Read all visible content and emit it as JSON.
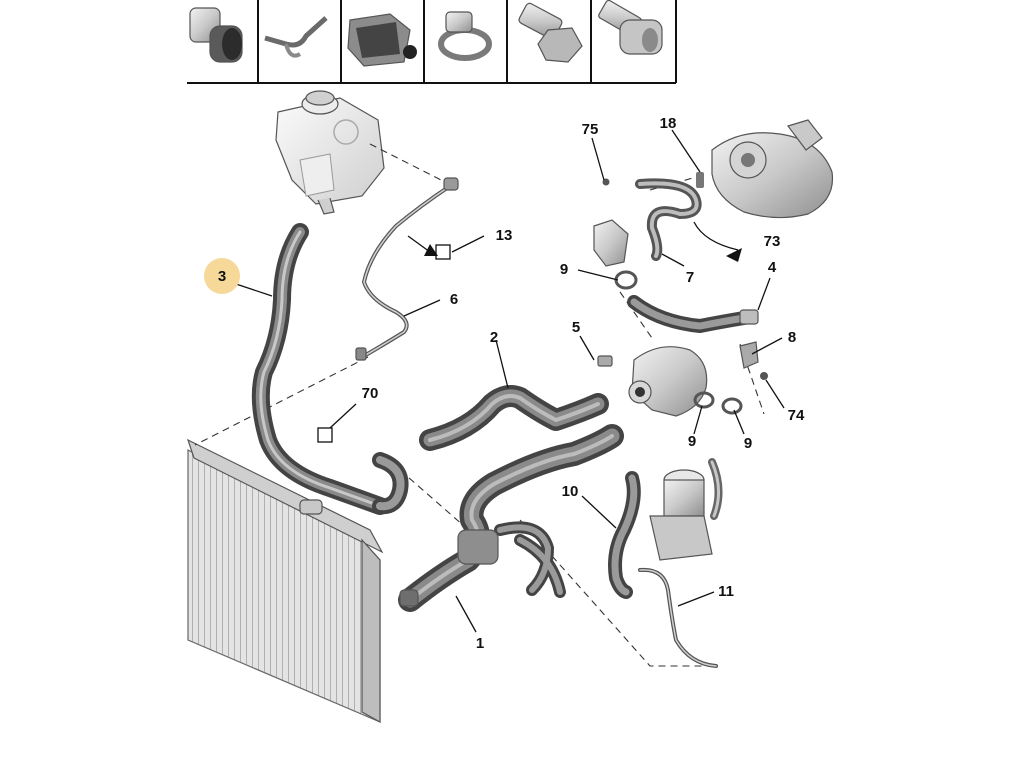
{
  "diagram": {
    "highlight_color": "#f6d898",
    "part_color": "#d9d9d9",
    "hose_color": "#4a4a4a",
    "callouts": [
      {
        "id": "3",
        "label": "3",
        "highlighted": true
      },
      {
        "id": "75",
        "label": "75"
      },
      {
        "id": "18",
        "label": "18"
      },
      {
        "id": "13",
        "label": "13"
      },
      {
        "id": "73",
        "label": "73"
      },
      {
        "id": "9a",
        "label": "9"
      },
      {
        "id": "7",
        "label": "7"
      },
      {
        "id": "4",
        "label": "4"
      },
      {
        "id": "6",
        "label": "6"
      },
      {
        "id": "2",
        "label": "2"
      },
      {
        "id": "5",
        "label": "5"
      },
      {
        "id": "8",
        "label": "8"
      },
      {
        "id": "70",
        "label": "70"
      },
      {
        "id": "74",
        "label": "74"
      },
      {
        "id": "9b",
        "label": "9"
      },
      {
        "id": "9c",
        "label": "9"
      },
      {
        "id": "10",
        "label": "10"
      },
      {
        "id": "11",
        "label": "11"
      },
      {
        "id": "1",
        "label": "1"
      }
    ],
    "fastener_strip": [
      {
        "icon": "hose-connector-icon"
      },
      {
        "icon": "clip-bracket-icon"
      },
      {
        "icon": "rubber-grommet-icon"
      },
      {
        "icon": "hose-clamp-icon"
      },
      {
        "icon": "flange-bolt-icon"
      },
      {
        "icon": "socket-screw-icon"
      }
    ]
  }
}
